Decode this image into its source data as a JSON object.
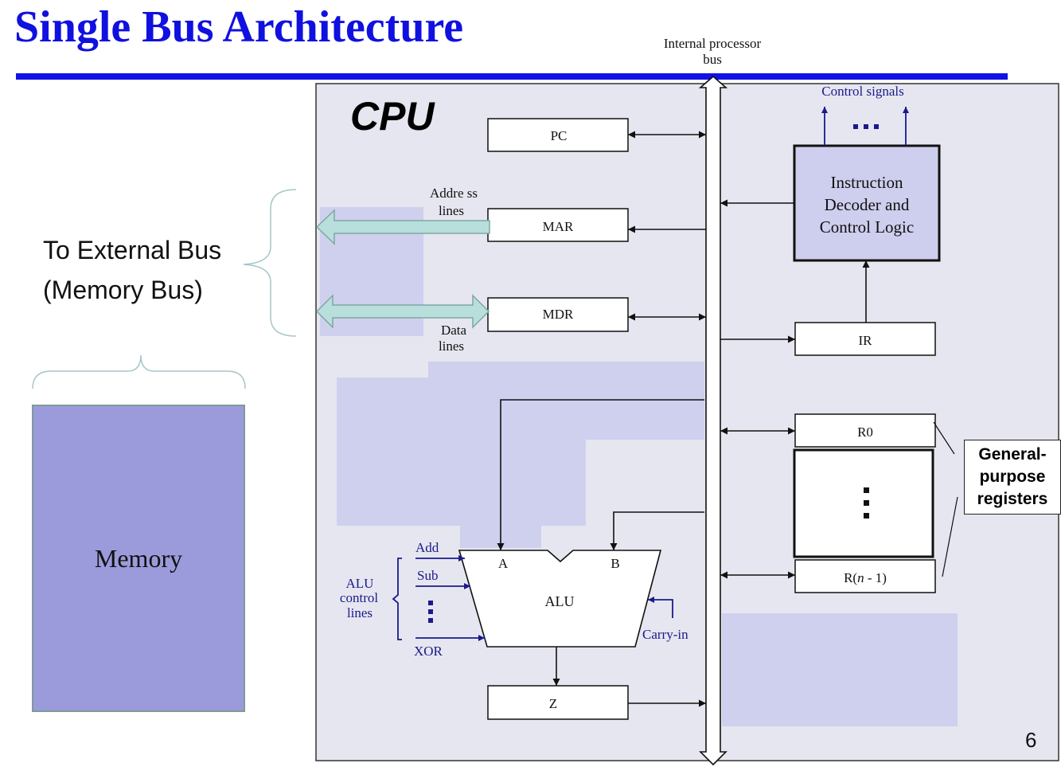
{
  "slide": {
    "title": "Single Bus Architecture",
    "page_number": "6",
    "external_bus": {
      "line1": "To External Bus",
      "line2": "(Memory Bus)"
    },
    "memory_label": "Memory"
  },
  "diagram": {
    "cpu_label": "CPU",
    "bus_label": {
      "line1": "Internal processor",
      "line2": "bus"
    },
    "control_signals": "Control signals",
    "decoder": {
      "line1": "Instruction",
      "line2": "Decoder and",
      "line3": "Control Logic"
    },
    "registers": {
      "pc": "PC",
      "mar": "MAR",
      "mdr": "MDR",
      "ir": "IR",
      "r0": "R0",
      "rn_prefix": "R(",
      "rn_var": "n",
      "rn_suffix": " - 1)",
      "z": "Z"
    },
    "address_lines": {
      "line1": "Addre ss",
      "line2": "lines"
    },
    "data_lines": {
      "line1": "Data",
      "line2": "lines"
    },
    "alu": {
      "label": "ALU",
      "input_a": "A",
      "input_b": "B",
      "carry_in": "Carry-in"
    },
    "alu_control": {
      "line1": "ALU",
      "line2": "control",
      "line3": "lines",
      "ops": [
        "Add",
        "Sub",
        "XOR"
      ]
    },
    "gpr": {
      "line1": "General-",
      "line2": "purpose",
      "line3": "registers"
    },
    "colors": {
      "title": "#1010e0",
      "rule": "#1212e6",
      "cpu_background": "#e6e6f0",
      "highlight": "#cfd0ee",
      "decoder_fill": "#ceceee",
      "memory_fill": "#9b9bdc",
      "external_arrow": "#b9dfdc",
      "control_text": "#1a1a8c"
    }
  }
}
